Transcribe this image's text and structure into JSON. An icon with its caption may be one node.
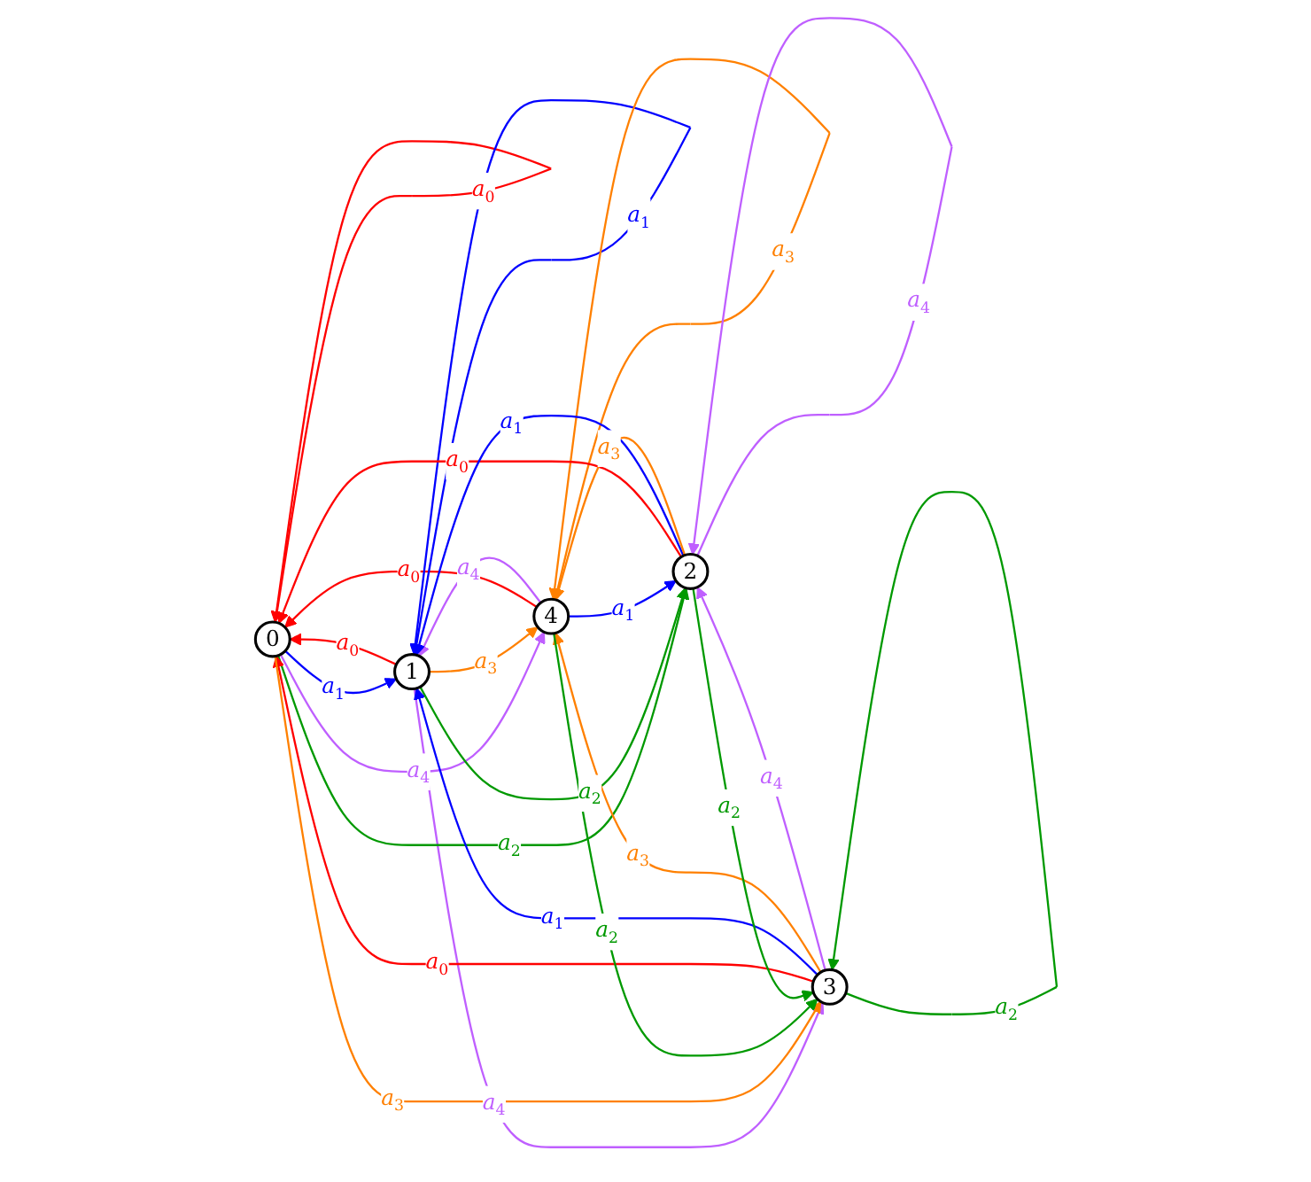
{
  "diagram": {
    "nodes": [
      {
        "text": [
          "0"
        ]
      },
      {
        "text": [
          "1"
        ]
      },
      {
        "text": [
          "2"
        ]
      },
      {
        "text": [
          "3"
        ]
      },
      {
        "text": [
          "4"
        ]
      }
    ],
    "edges": [
      {
        "from": 0,
        "to": 0,
        "arrow": "to",
        "label": "a$_{0}$",
        "color": "#ff0000"
      },
      {
        "from": 1,
        "to": 0,
        "arrow": "to",
        "label": "a$_{0}$",
        "color": "#ff0000"
      },
      {
        "from": 0,
        "to": 1,
        "arrow": "to",
        "label": "a$_{1}$",
        "color": "#0000ff"
      },
      {
        "from": 0,
        "to": 4,
        "arrow": "to",
        "label": "a$_{4}$",
        "color": "#bf5fff"
      },
      {
        "from": 4,
        "to": 0,
        "arrow": "to",
        "label": "a$_{0}$",
        "color": "#ff0000"
      },
      {
        "from": 1,
        "to": 1,
        "arrow": "to",
        "label": "a$_{1}$",
        "color": "#0000ff"
      },
      {
        "from": 1,
        "to": 4,
        "arrow": "to",
        "label": "a$_{3}$",
        "color": "#ff8000"
      },
      {
        "from": 4,
        "to": 1,
        "arrow": "to",
        "label": "a$_{4}$",
        "color": "#bf5fff"
      },
      {
        "from": 4,
        "to": 4,
        "arrow": "to",
        "label": "a$_{3}$",
        "color": "#ff8000"
      },
      {
        "from": 1,
        "to": 3,
        "arrow": "to",
        "label": "a$_{4}$",
        "color": "#bf5fff"
      },
      {
        "from": 2,
        "to": 0,
        "arrow": "to",
        "label": "a$_{0}$",
        "color": "#ff0000"
      },
      {
        "from": 0,
        "to": 2,
        "arrow": "to",
        "label": "a$_{2}$",
        "color": "#009900"
      },
      {
        "from": 3,
        "to": 0,
        "arrow": "to",
        "label": "a$_{0}$",
        "color": "#ff0000"
      },
      {
        "from": 0,
        "to": 3,
        "arrow": "to",
        "label": "a$_{3}$",
        "color": "#ff8000"
      },
      {
        "from": 2,
        "to": 1,
        "arrow": "to",
        "label": "a$_{1}$",
        "color": "#0000ff"
      },
      {
        "from": 1,
        "to": 2,
        "arrow": "to",
        "label": "a$_{2}$",
        "color": "#009900"
      },
      {
        "from": 2,
        "to": 4,
        "arrow": "to",
        "label": "a$_{3}$",
        "color": "#ff8000"
      },
      {
        "from": 4,
        "to": 2,
        "arrow": "to",
        "label": "a$_{1}$",
        "color": "#0000ff"
      },
      {
        "from": 3,
        "to": 1,
        "arrow": "to",
        "label": "a$_{1}$",
        "color": "#0000ff"
      },
      {
        "from": 3,
        "to": 4,
        "arrow": "to",
        "label": "a$_{3}$",
        "color": "#ff8000"
      },
      {
        "from": 4,
        "to": 3,
        "arrow": "to",
        "label": "a$_{2}$",
        "color": "#009900"
      },
      {
        "from": 2,
        "to": 3,
        "arrow": "to",
        "label": "a$_{2}$",
        "color": "#009900"
      },
      {
        "from": 3,
        "to": 2,
        "arrow": "to",
        "label": "a$_{4}$",
        "color": "#bf5fff"
      },
      {
        "from": 2,
        "to": 2,
        "arrow": "to",
        "label": "a$_{4}$",
        "color": "#bf5fff"
      },
      {
        "from": 3,
        "to": 3,
        "arrow": "to",
        "label": "a$_{2}$",
        "color": "#009900"
      }
    ]
  }
}
